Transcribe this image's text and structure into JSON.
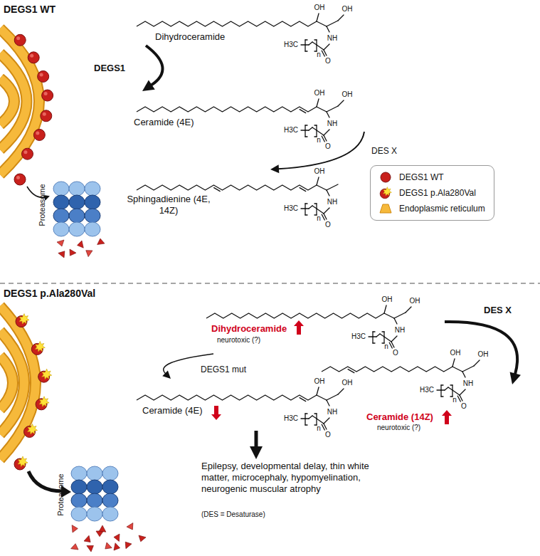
{
  "diagram": {
    "nodes": [
      {
        "text": [
          "Dihydroceramide"
        ]
      },
      {
        "text": [
          "Ceramide (4E)"
        ]
      },
      {
        "text": [
          "Sphingadienine (4E, 14Z)"
        ]
      },
      {
        "text": [
          "Dihydroceramide",
          "neurotoxic (?)"
        ]
      },
      {
        "text": [
          "Ceramide (4E)"
        ]
      },
      {
        "text": [
          "Ceramide (14Z)",
          "neurotoxic (?)"
        ]
      },
      {
        "text": [
          "Epilepsy, developmental delay, thin white matter, microcephaly, hypomyelination, neurogenic muscular atrophy"
        ]
      }
    ],
    "edges": [
      {
        "from": 0,
        "to": 1,
        "arrow": "to",
        "label": "DEGS1"
      },
      {
        "from": 1,
        "to": 2,
        "arrow": "to",
        "label": "DES X"
      },
      {
        "from": 3,
        "to": 4,
        "arrow": "to",
        "label": "DEGS1 mut"
      },
      {
        "from": 3,
        "to": 5,
        "arrow": "to",
        "label": "DES X"
      },
      {
        "from": 4,
        "to": 6,
        "arrow": "to"
      }
    ],
    "labels": [
      "DEGS1 WT",
      "Proteasome",
      "OH",
      "OH",
      "NH",
      "H3C",
      "n",
      "O",
      "OH",
      "OH",
      "NH",
      "H3C",
      "n",
      "O",
      "OH",
      "NH",
      "H3C",
      "n",
      "O",
      "DEGS1 p.Ala280Val",
      "Proteasome",
      "OH",
      "OH",
      "NH",
      "H3C",
      "n",
      "O",
      "OH",
      "OH",
      "NH",
      "H3C",
      "n",
      "O",
      "OH",
      "OH",
      "NH",
      "H3C",
      "n",
      "O",
      "(DES = Desaturase)"
    ],
    "legend": [
      {
        "text": "DEGS1 WT",
        "color": "#c8201c"
      },
      {
        "text": "DEGS1 p.Ala280Val"
      },
      {
        "text": "Endoplasmic reticulum",
        "color": "#f6b93b"
      }
    ]
  }
}
